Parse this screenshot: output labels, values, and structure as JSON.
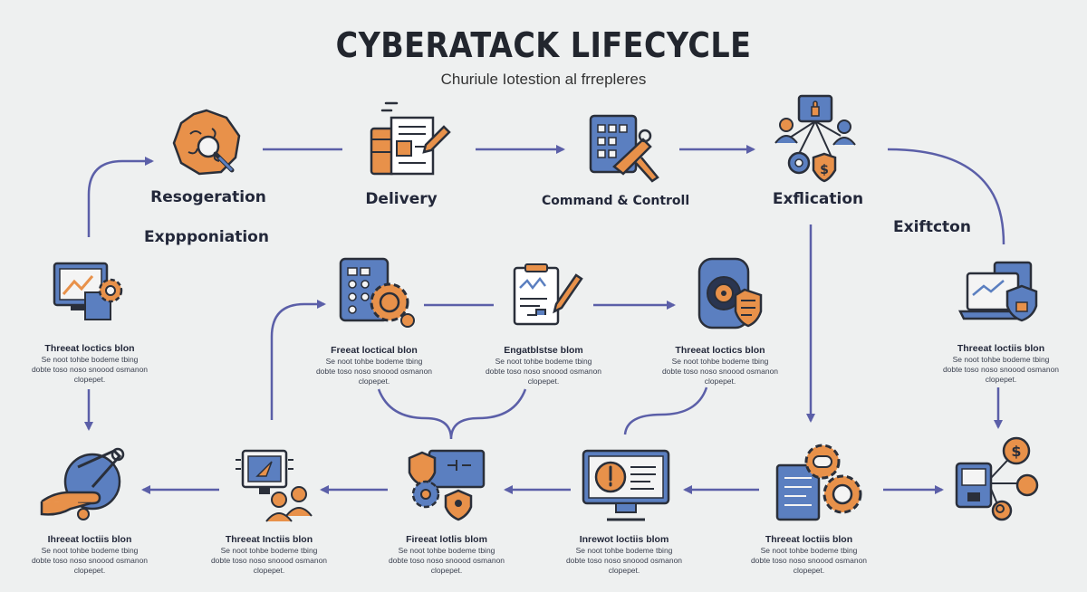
{
  "title": "CYBERATACK LIFECYCLE",
  "subtitle": "Churiule Iotestion al frrepleres",
  "stages": [
    {
      "label": "Resogeration",
      "icon": "virus-magnifier-icon"
    },
    {
      "label": "Delivery",
      "icon": "documents-pen-icon"
    },
    {
      "label": "Command & Controll",
      "icon": "control-panel-tools-icon"
    },
    {
      "label": "Exflication",
      "icon": "network-users-icon"
    }
  ],
  "side_labels": {
    "expponiation": "Exppponiation",
    "exfiltcton": "Exiftcton"
  },
  "middle_row": [
    {
      "title": "Threeat loctics blon",
      "desc": "Se noot tohbe bodeme tbing dobte toso noso snoood osmanon clopepet.",
      "icon": "monitor-gear-icon"
    },
    {
      "title": "Freeat loctical blon",
      "desc": "Se noot tohbe bodeme tbing dobte toso noso snoood osmanon clopepet.",
      "icon": "keypad-gear-icon"
    },
    {
      "title": "Engatblstse blom",
      "desc": "Se noot tohbe bodeme tbing dobte toso noso snoood osmanon clopepet.",
      "icon": "clipboard-chart-icon"
    },
    {
      "title": "Threeat loctics blon",
      "desc": "Se noot tohbe bodeme tbing dobte toso noso snoood osmanon clopepet.",
      "icon": "server-shield-icon"
    },
    {
      "title": "Threeat loctiis blon",
      "desc": "Se noot tohbe bodeme tbing dobte toso noso snoood osmanon clopepet.",
      "icon": "laptop-shield-icon"
    }
  ],
  "bottom_row": [
    {
      "title": "Ihreeat loctiis blon",
      "desc": "Se noot tohbe bodeme tbing dobte toso noso snoood osmanon clopepet.",
      "icon": "hand-wrench-icon"
    },
    {
      "title": "Threeat Inctiis blon",
      "desc": "Se noot tohbe bodeme tbing dobte toso noso snoood osmanon clopepet.",
      "icon": "monitor-people-icon"
    },
    {
      "title": "Fireeat lotlis blom",
      "desc": "Se noot tohbe bodeme tbing dobte toso noso snoood osmanon clopepet.",
      "icon": "shields-gears-icon"
    },
    {
      "title": "Inrewot loctiis blom",
      "desc": "Se noot tohbe bodeme tbing dobte toso noso snoood osmanon clopepet.",
      "icon": "monitor-alert-icon"
    },
    {
      "title": "Threeat loctiis blon",
      "desc": "Se noot tohbe bodeme tbing dobte toso noso snoood osmanon clopepet.",
      "icon": "document-gears-icon"
    },
    {
      "title": "",
      "desc": "",
      "icon": "device-money-network-icon"
    }
  ],
  "colors": {
    "arrow": "#5b5fa8",
    "icon_orange": "#e8914a",
    "icon_blue": "#5b7fc0",
    "outline": "#2a2f3a",
    "background": "#eef0f0"
  }
}
